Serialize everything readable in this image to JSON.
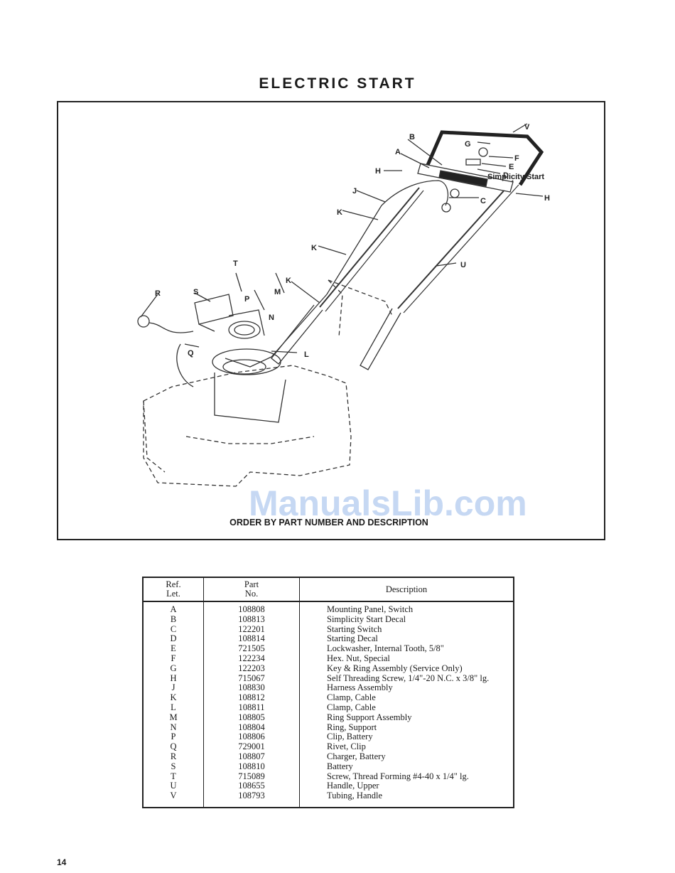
{
  "title": "ELECTRIC START",
  "diagram": {
    "callouts": [
      "A",
      "B",
      "C",
      "D",
      "E",
      "F",
      "G",
      "H",
      "H",
      "J",
      "K",
      "K",
      "K",
      "L",
      "M",
      "N",
      "P",
      "Q",
      "R",
      "S",
      "T",
      "U",
      "V"
    ],
    "decal_text": "Simplicity Start",
    "order_note": "ORDER BY PART NUMBER AND DESCRIPTION"
  },
  "watermark": "ManualsLib.com",
  "table": {
    "headers": {
      "ref": "Ref.\nLet.",
      "part": "Part\nNo.",
      "desc": "Description"
    },
    "rows": [
      {
        "ref": "A",
        "part": "108808",
        "desc": "Mounting Panel, Switch"
      },
      {
        "ref": "B",
        "part": "108813",
        "desc": "Simplicity Start Decal"
      },
      {
        "ref": "C",
        "part": "122201",
        "desc": "Starting Switch"
      },
      {
        "ref": "D",
        "part": "108814",
        "desc": "Starting Decal"
      },
      {
        "ref": "E",
        "part": "721505",
        "desc": "Lockwasher, Internal Tooth, 5/8\""
      },
      {
        "ref": "F",
        "part": "122234",
        "desc": "Hex. Nut, Special"
      },
      {
        "ref": "G",
        "part": "122203",
        "desc": "Key & Ring Assembly (Service Only)"
      },
      {
        "ref": "H",
        "part": "715067",
        "desc": "Self Threading Screw, 1/4\"-20 N.C. x 3/8\" lg."
      },
      {
        "ref": "J",
        "part": "108830",
        "desc": "Harness Assembly"
      },
      {
        "ref": "K",
        "part": "108812",
        "desc": "Clamp, Cable"
      },
      {
        "ref": "L",
        "part": "108811",
        "desc": "Clamp, Cable"
      },
      {
        "ref": "M",
        "part": "108805",
        "desc": "Ring Support Assembly"
      },
      {
        "ref": "N",
        "part": "108804",
        "desc": "Ring, Support"
      },
      {
        "ref": "P",
        "part": "108806",
        "desc": "Clip, Battery"
      },
      {
        "ref": "Q",
        "part": "729001",
        "desc": "Rivet, Clip"
      },
      {
        "ref": "R",
        "part": "108807",
        "desc": "Charger, Battery"
      },
      {
        "ref": "S",
        "part": "108810",
        "desc": "Battery"
      },
      {
        "ref": "T",
        "part": "715089",
        "desc": "Screw, Thread Forming #4-40  x 1/4\" lg."
      },
      {
        "ref": "U",
        "part": "108655",
        "desc": "Handle, Upper"
      },
      {
        "ref": "V",
        "part": "108793",
        "desc": "Tubing, Handle"
      }
    ]
  },
  "page_number": "14"
}
